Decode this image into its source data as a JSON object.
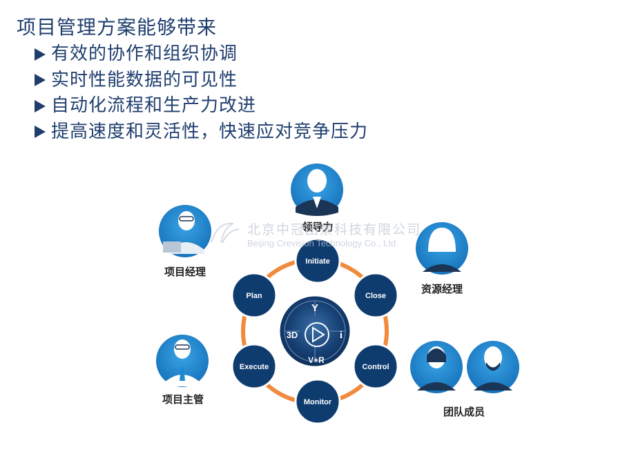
{
  "title": "项目管理方案能够带来",
  "bullets": [
    "有效的协作和组织协调",
    "实时性能数据的可见性",
    "自动化流程和生产力改进",
    "提高速度和灵活性，快速应对竞争压力"
  ],
  "diagram": {
    "nodes": [
      {
        "label": "Initiate"
      },
      {
        "label": "Close"
      },
      {
        "label": "Control"
      },
      {
        "label": "Monitor"
      },
      {
        "label": "Execute"
      },
      {
        "label": "Plan"
      }
    ],
    "center": {
      "top": "Y",
      "left": "3D",
      "right": "i",
      "bottom": "V+R"
    },
    "roles": [
      {
        "label": "领导力"
      },
      {
        "label": "项目经理"
      },
      {
        "label": "资源经理"
      },
      {
        "label": "项目主管"
      },
      {
        "label": "团队成员"
      }
    ]
  },
  "watermark": {
    "cn": "北京中冠团景科技有限公司",
    "en": "Beijing Crevision Technology Co., Ltd"
  },
  "colors": {
    "text": "#1f3e6e",
    "node": "#0f3c6f",
    "ring": "#f08a3c",
    "avatar": "#1e88d2"
  }
}
